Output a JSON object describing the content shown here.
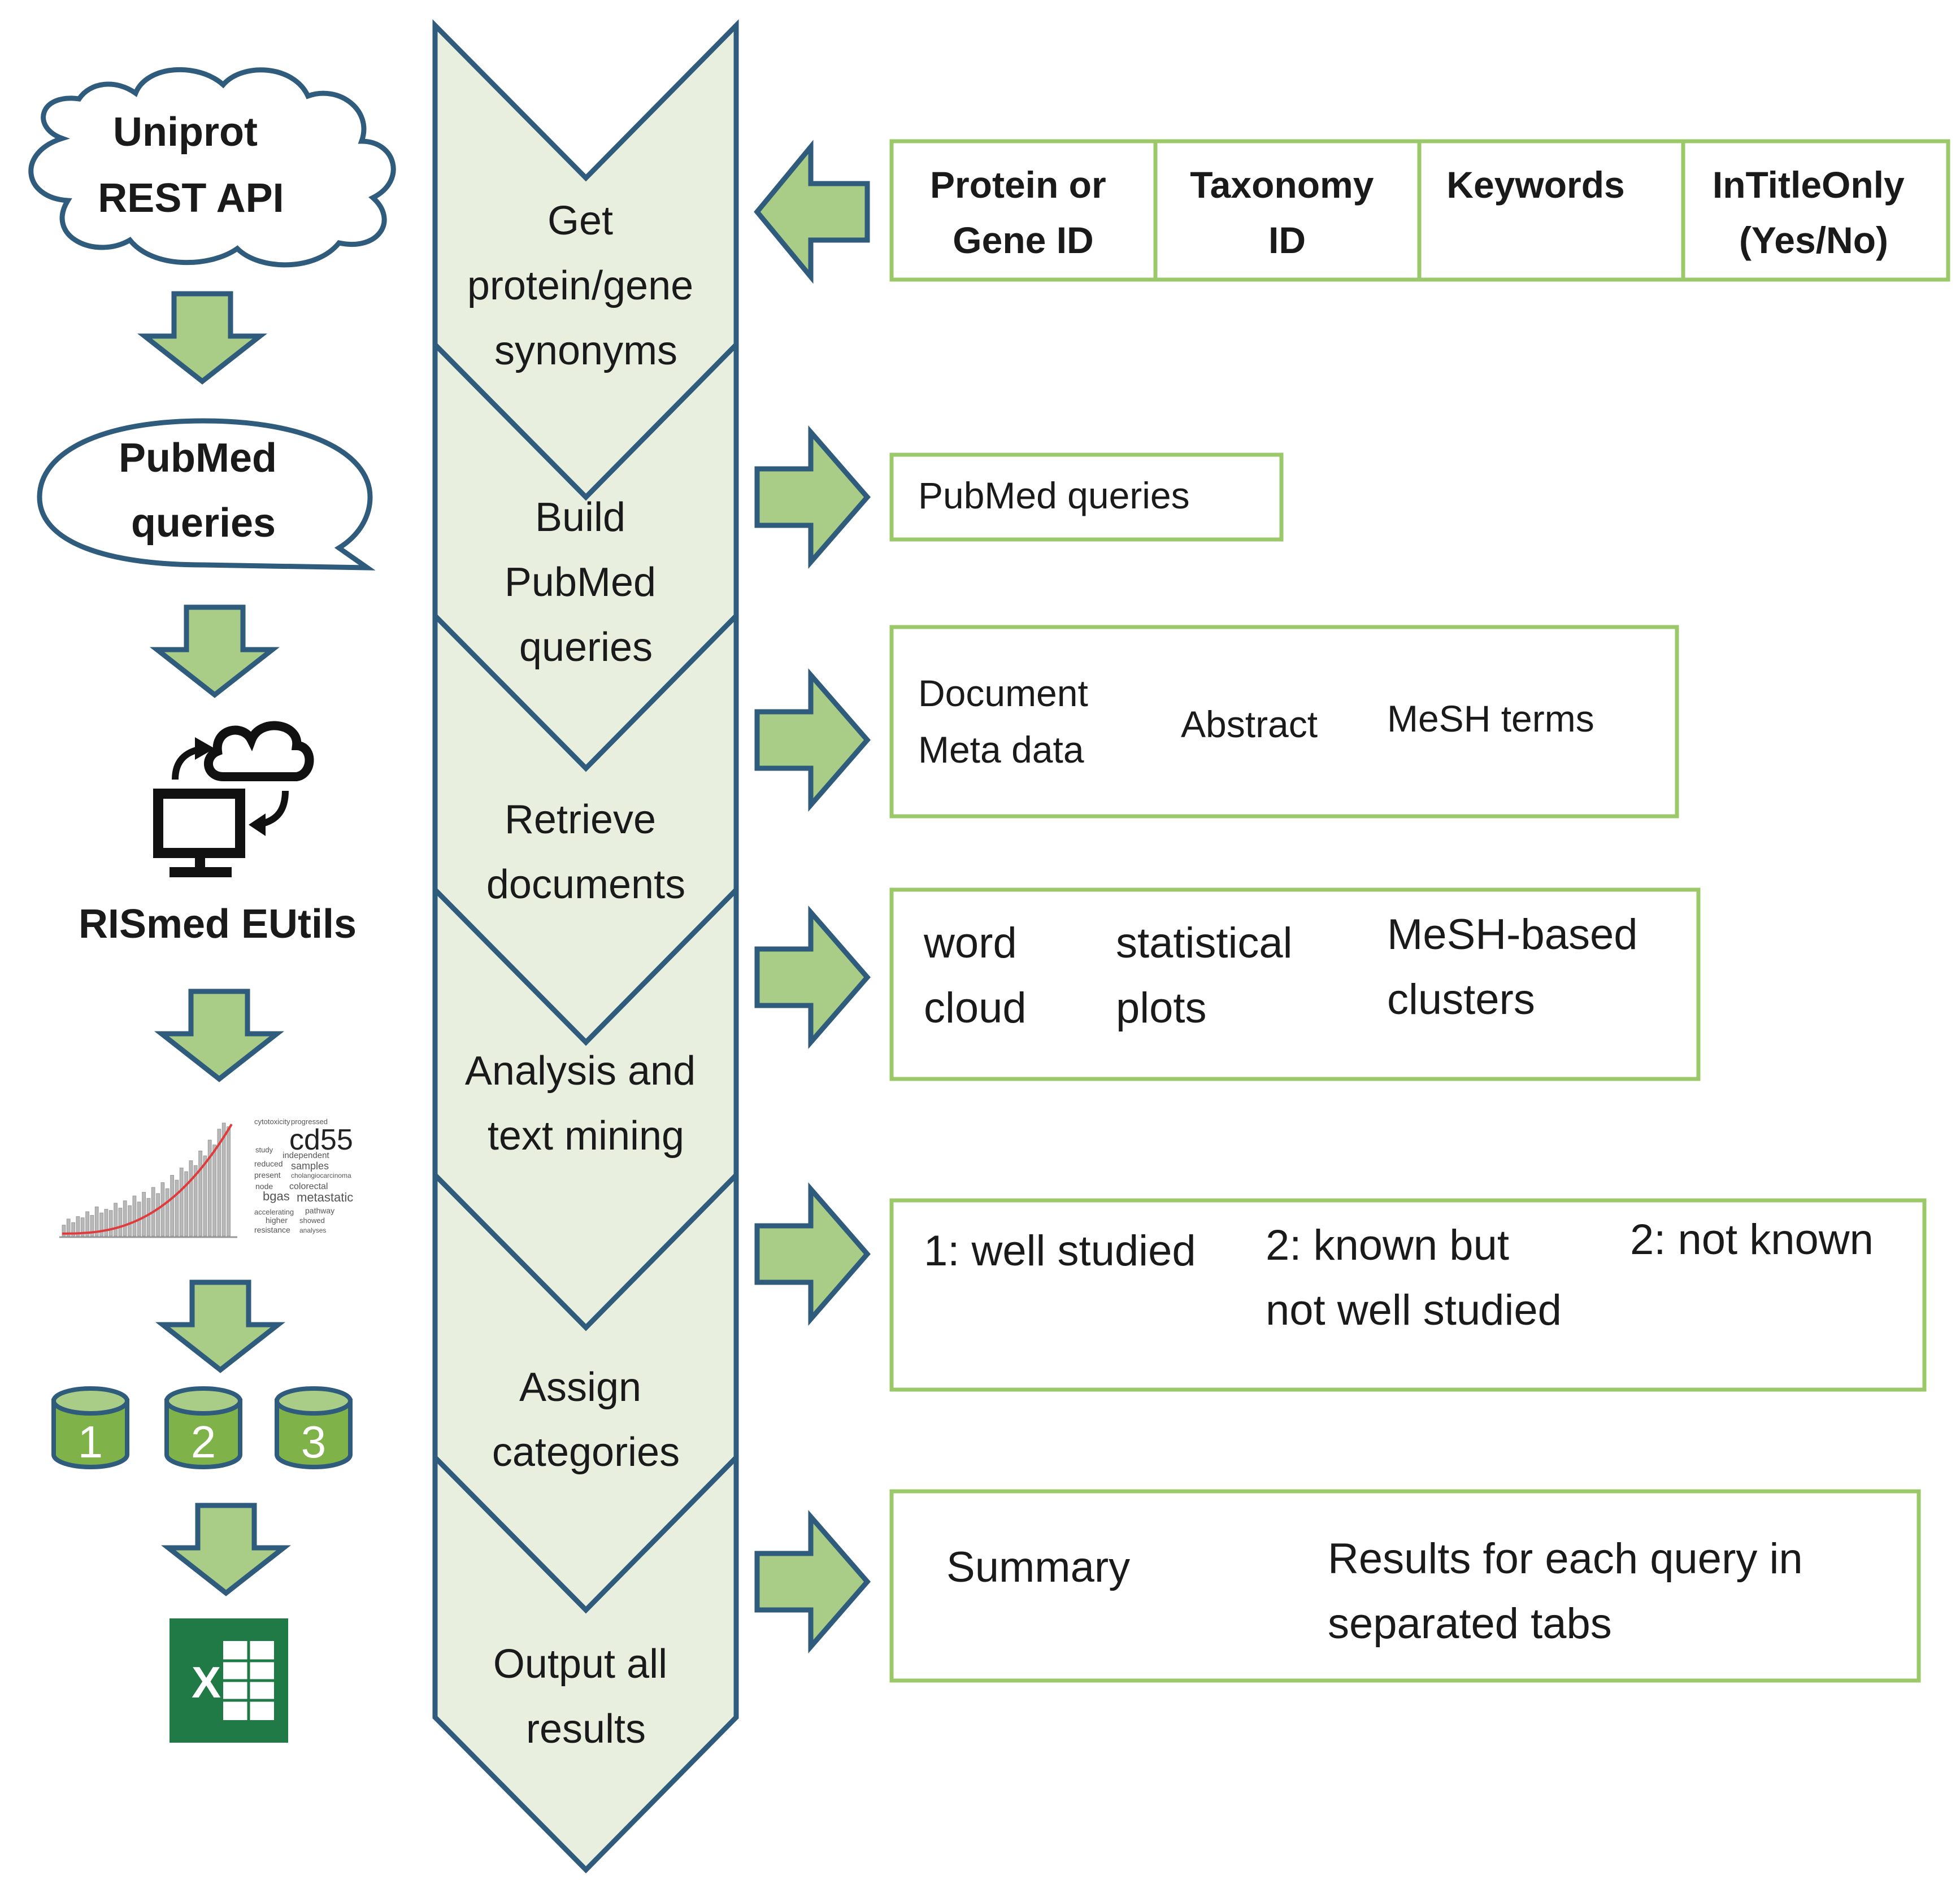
{
  "colors": {
    "chevron_fill": "#e9efdf",
    "chevron_stroke": "#2f5b7c",
    "arrow_fill": "#a9cd87",
    "arrow_stroke": "#2f5b7c",
    "box_stroke": "#9bc96a",
    "text": "#1a1a1a",
    "excel_green": "#1f7a45",
    "trend_red": "#e03a3a"
  },
  "steps": [
    {
      "lines": [
        "Get",
        "protein/gene",
        "synonyms"
      ]
    },
    {
      "lines": [
        "Build",
        "PubMed",
        "queries"
      ]
    },
    {
      "lines": [
        "Retrieve",
        "documents"
      ]
    },
    {
      "lines": [
        "Analysis and",
        "text mining"
      ]
    },
    {
      "lines": [
        "Assign",
        "categories"
      ]
    },
    {
      "lines": [
        "Output all",
        "results"
      ]
    }
  ],
  "left_panel": {
    "cloud_label": [
      "Uniprot",
      "REST API"
    ],
    "bubble_label": [
      "PubMed",
      "queries"
    ],
    "rismed_label": "RISmed EUtils",
    "wordcloud_main_word": "cd55",
    "wordcloud_words": [
      "independent",
      "cholangiocarcinoma",
      "bgas",
      "metastatic",
      "samples",
      "colorectal",
      "accelerating",
      "higher",
      "resistance",
      "analyses",
      "pathway",
      "showed",
      "present",
      "reduced",
      "node",
      "cytotoxicity",
      "progressed",
      "study"
    ],
    "databases": [
      "1",
      "2",
      "3"
    ],
    "excel_letter": "X"
  },
  "right_boxes": {
    "inputs": {
      "cells": [
        [
          "Protein or",
          "Gene ID"
        ],
        [
          "Taxonomy",
          "ID"
        ],
        [
          "Keywords"
        ],
        [
          "InTitleOnly",
          "(Yes/No)"
        ]
      ]
    },
    "queries": {
      "text": "PubMed queries"
    },
    "documents": {
      "items": [
        [
          "Document",
          "Meta data"
        ],
        [
          "Abstract"
        ],
        [
          "MeSH terms"
        ]
      ]
    },
    "analysis": {
      "items": [
        [
          "word",
          "cloud"
        ],
        [
          "statistical",
          "plots"
        ],
        [
          "MeSH-based",
          "clusters"
        ]
      ]
    },
    "categories": {
      "items": [
        [
          "1: well studied"
        ],
        [
          "2: known but",
          "not well studied"
        ],
        [
          "2: not known"
        ]
      ]
    },
    "output": {
      "items": [
        [
          "Summary"
        ],
        [
          "Results for each query in",
          "separated tabs"
        ]
      ]
    }
  },
  "chart_data": {
    "type": "bar",
    "values": [
      0.09,
      0.14,
      0.11,
      0.16,
      0.15,
      0.2,
      0.17,
      0.24,
      0.19,
      0.22,
      0.21,
      0.27,
      0.23,
      0.29,
      0.25,
      0.33,
      0.28,
      0.36,
      0.31,
      0.4,
      0.35,
      0.44,
      0.39,
      0.5,
      0.46,
      0.56,
      0.53,
      0.62,
      0.58,
      0.7,
      0.66,
      0.79,
      0.75,
      0.88,
      0.93,
      0.9
    ]
  }
}
